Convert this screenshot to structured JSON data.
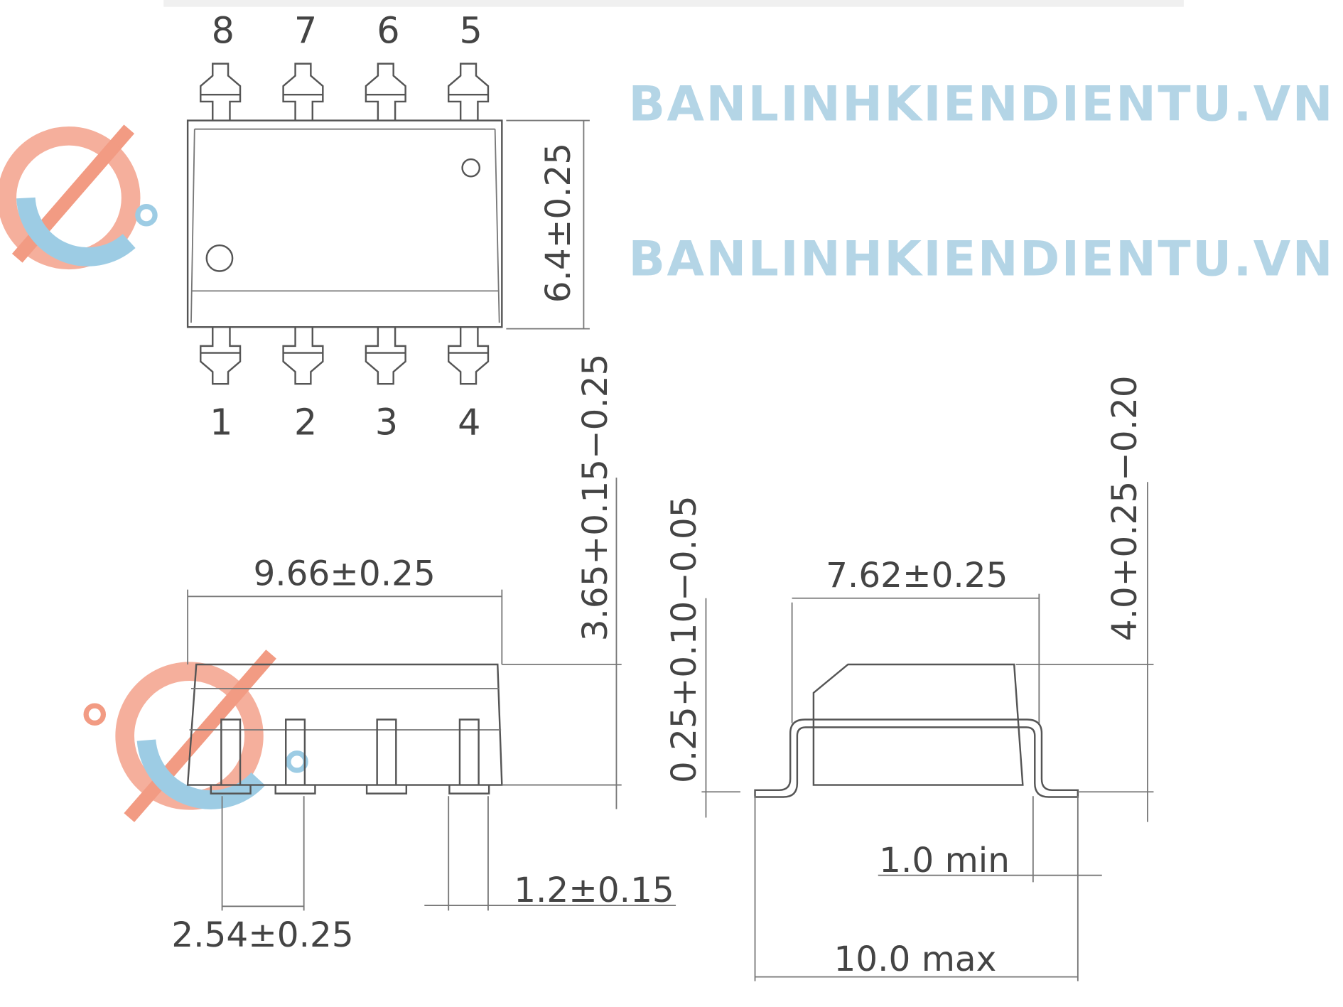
{
  "top_view": {
    "pins_top": [
      "8",
      "7",
      "6",
      "5"
    ],
    "pins_bottom": [
      "1",
      "2",
      "3",
      "4"
    ],
    "width_dim": "6.4±0.25"
  },
  "side_view": {
    "length_dim": "9.66±0.25",
    "height_dim": "3.65+0.15−0.25",
    "height_dim_parts": {
      "nominal": "3.65",
      "plus": "+0.15",
      "minus": "−0.25"
    },
    "standoff_dim_parts": {
      "nominal": "0.25",
      "plus": "+0.10",
      "minus": "−0.05"
    },
    "pitch_dim": "2.54±0.25",
    "lead_width_dim": "1.2±0.15"
  },
  "end_view": {
    "row_spacing_dim": "7.62±0.25",
    "height_dim_parts": {
      "nominal": "4.0",
      "plus": "+0.25",
      "minus": "−0.20"
    },
    "lead_length_dim": "1.0 min",
    "overall_width_dim": "10.0 max"
  },
  "watermark": {
    "text": "BANLINHKIENDIENTU.VN",
    "colors": {
      "orange": "#f08a6e",
      "blue": "#8cc4e0"
    }
  }
}
